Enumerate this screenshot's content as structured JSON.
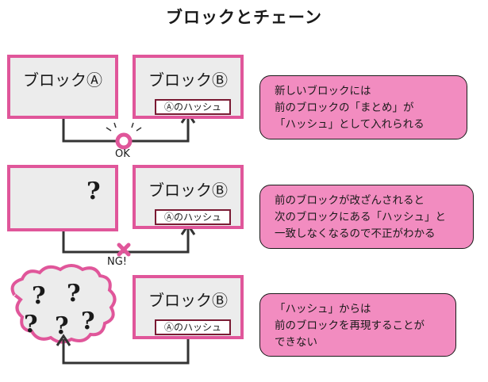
{
  "title": "ブロックとチェーン",
  "rows": [
    {
      "left_label": "ブロックⒶ",
      "right_label": "ブロックⒷ",
      "hash_label": "Ⓐのハッシュ",
      "status": "OK",
      "callout": [
        "新しいブロックには",
        "前のブロックの「まとめ」が",
        "「ハッシュ」として入れられる"
      ]
    },
    {
      "right_label": "ブロックⒷ",
      "hash_label": "Ⓐのハッシュ",
      "status": "NG!",
      "callout": [
        "前のブロックが改ざんされると",
        "次のブロックにある「ハッシュ」と",
        "一致しなくなるので不正がわかる"
      ]
    },
    {
      "right_label": "ブロックⒷ",
      "hash_label": "Ⓐのハッシュ",
      "callout": [
        "「ハッシュ」からは",
        "前のブロックを再現することが",
        "できない"
      ]
    }
  ],
  "question_mark": "?",
  "colors": {
    "accent": "#e0569a",
    "callout_fill": "#f28cc0",
    "hash_border": "#7a1a33",
    "block_fill": "#ececec"
  }
}
